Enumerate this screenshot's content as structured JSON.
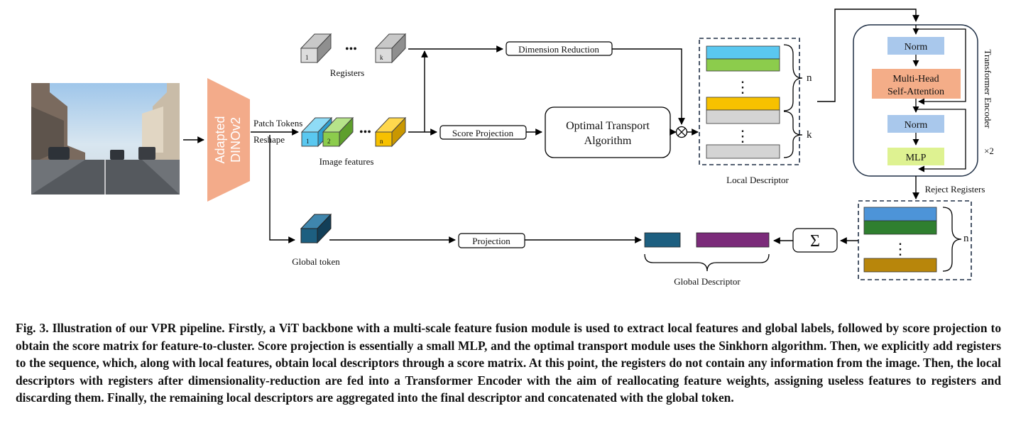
{
  "figure": {
    "backbone_label_line1": "Adapted",
    "backbone_label_line2": "DINOv2",
    "patch_tokens": "Patch Tokens",
    "reshape": "Reshape",
    "registers_label": "Registers",
    "register_first": "1",
    "register_last": "k",
    "ellipsis": "•••",
    "image_features_label": "Image features",
    "feature_tokens": [
      "1",
      "2",
      "n"
    ],
    "global_token_label": "Global token",
    "dimension_reduction": "Dimension Reduction",
    "score_projection": "Score Projection",
    "optimal_transport_line1": "Optimal Transport",
    "optimal_transport_line2": "Algorithm",
    "projection": "Projection",
    "otimes": "⊗",
    "local_descriptor_label": "Local Descriptor",
    "brace_n": "n",
    "brace_k": "k",
    "transformer": {
      "title": "Transformer Encoder",
      "norm1": "Norm",
      "mhsa_line1": "Multi-Head",
      "mhsa_line2": "Self-Attention",
      "norm2": "Norm",
      "mlp": "MLP",
      "repeat": "×2"
    },
    "reject_registers": "Reject Registers",
    "sum_symbol": "Σ",
    "right_brace_n": "n",
    "global_descriptor_label": "Global Descriptor",
    "vdots": "⋮"
  },
  "colors": {
    "backbone": "#f3ab8a",
    "cyan": "#5ac8f0",
    "green_light": "#8ccc4c",
    "gold": "#f7c100",
    "gray": "#d4d4d4",
    "norm_blue": "#a9c8ec",
    "mhsa_orange": "#f4ad88",
    "mlp_green": "#def291",
    "teal": "#1d5f80",
    "purple": "#7b2b7a",
    "blue_bar": "#4d94d8",
    "green_dark": "#2f7f2f",
    "olive": "#b8860b"
  },
  "caption": {
    "fig_label": "Fig. 3.",
    "text": "Illustration of our VPR pipeline. Firstly, a ViT backbone with a multi-scale feature fusion module is used to extract local features and global labels, followed by score projection to obtain the score matrix for feature-to-cluster. Score projection is essentially a small MLP, and the optimal transport module uses the Sinkhorn algorithm. Then, we explicitly add registers to the sequence, which, along with local features, obtain local descriptors through a score matrix. At this point, the registers do not contain any information from the image. Then, the local descriptors with registers after dimensionality-reduction are fed into a Transformer Encoder with the aim of reallocating feature weights, assigning useless features to registers and discarding them. Finally, the remaining local descriptors are aggregated into the final descriptor and concatenated with the global token."
  }
}
